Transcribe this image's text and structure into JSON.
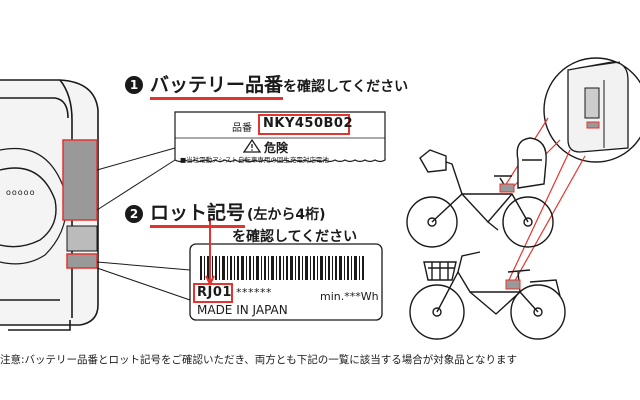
{
  "step1": {
    "number": "1",
    "title_main": "バッテリー品番",
    "title_rest": "を確認してください"
  },
  "label1": {
    "field_label": "品番",
    "model_number": "NKY450B02",
    "warning_title": "危険",
    "warning_line": "■当社電動アシスト自転車専用の回生充電対応電池"
  },
  "step2": {
    "number": "2",
    "title_main": "ロット記号",
    "title_note": "(左から4桁)",
    "title_rest": "を確認してください"
  },
  "label2": {
    "lot_code": "RJ01",
    "lot_suffix": "******",
    "capacity": "min.***Wh",
    "origin": "MADE IN JAPAN"
  },
  "battery": {
    "logo_text": "ooooo"
  },
  "footnote": "注意:バッテリー品番とロット記号をご確認いただき、両方とも下記の一覧に該当する場合が対象品となります",
  "colors": {
    "accent_red": "#e3342f",
    "label_grey": "#999999",
    "ink": "#1a1a1a"
  }
}
